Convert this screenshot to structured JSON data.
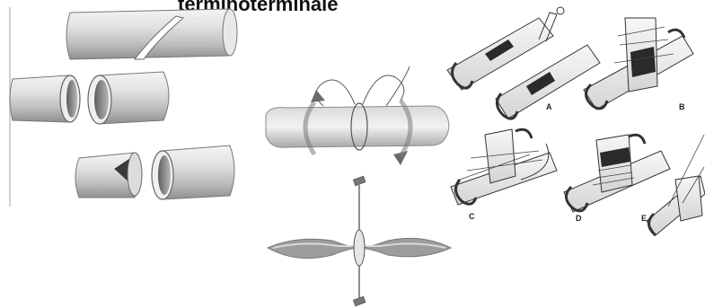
{
  "title": "terminoterminale",
  "panels": {
    "right": {
      "labels": [
        "A",
        "B",
        "C",
        "D",
        "E"
      ]
    }
  }
}
